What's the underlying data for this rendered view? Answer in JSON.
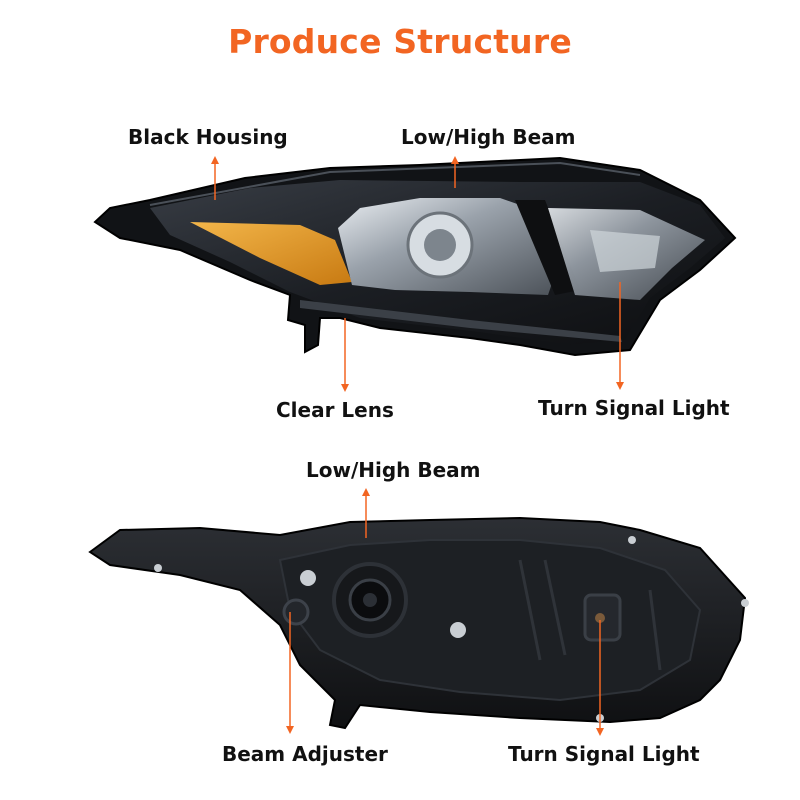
{
  "title": "Produce Structure",
  "colors": {
    "accent": "#f26522",
    "housing": "#16181c",
    "amber": "#e3951c",
    "chrome": "#b8bfc7"
  },
  "top_view": {
    "labels": {
      "black_housing": "Black Housing",
      "low_high_beam": "Low/High Beam",
      "clear_lens": "Clear Lens",
      "turn_signal_light": "Turn Signal Light"
    }
  },
  "rear_view": {
    "labels": {
      "low_high_beam": "Low/High Beam",
      "beam_adjuster": "Beam Adjuster",
      "turn_signal_light": "Turn Signal Light"
    }
  }
}
